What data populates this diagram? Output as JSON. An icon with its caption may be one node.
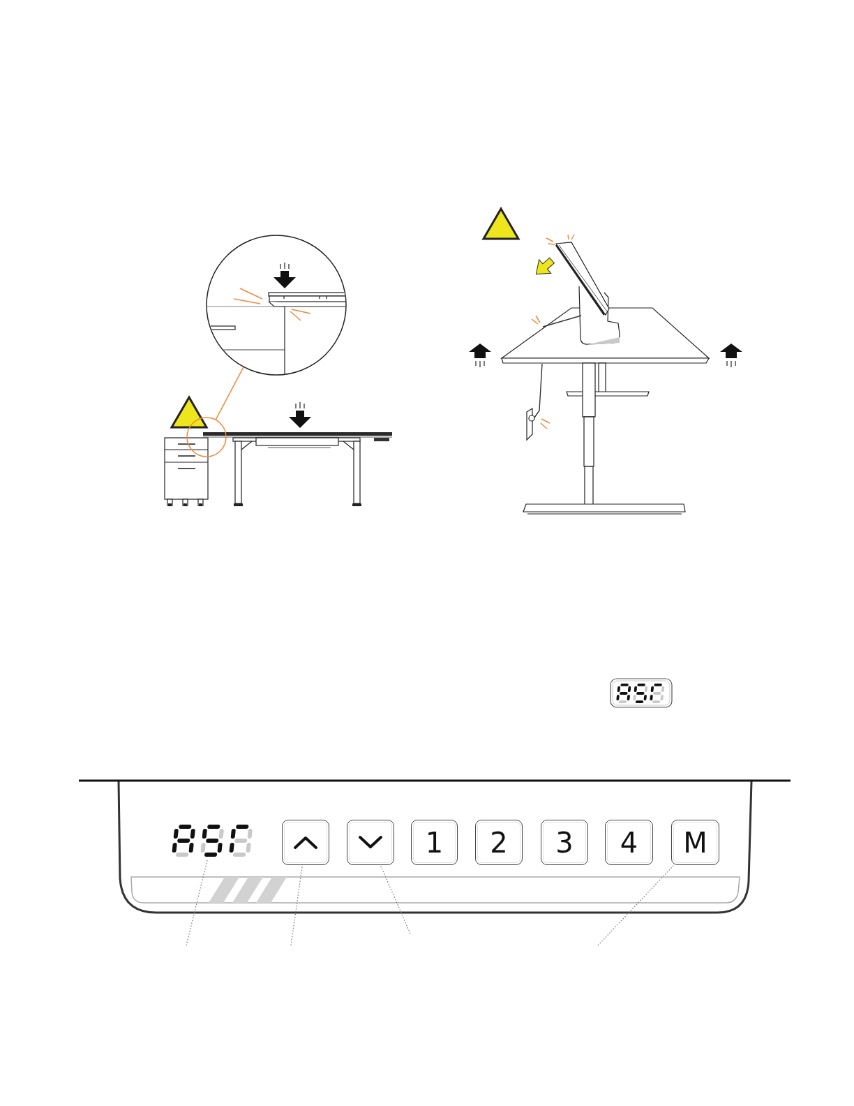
{
  "diagram": {
    "nodes": [
      {
        "text": [],
        "shape": "circle"
      },
      {
        "text": [],
        "shape": "circle"
      },
      {
        "text": [],
        "shape": "picture"
      },
      {
        "text": [],
        "shape": "box"
      },
      {
        "text": [],
        "shape": "box"
      },
      {
        "text": [
          "1"
        ]
      },
      {
        "text": [
          "2"
        ]
      },
      {
        "text": [
          "3"
        ]
      },
      {
        "text": [
          "4"
        ]
      },
      {
        "text": [
          "M"
        ]
      }
    ],
    "edges": [
      {
        "from": 0,
        "to": 1,
        "arrow": "none",
        "color": "#f08a3c"
      },
      {
        "from": null,
        "to": 2,
        "arrow": "none",
        "style": "dashed"
      },
      {
        "from": null,
        "to": 3,
        "arrow": "none",
        "style": "dashed"
      },
      {
        "from": null,
        "to": 4,
        "arrow": "none",
        "style": "dashed"
      },
      {
        "from": null,
        "to": 9,
        "arrow": "none",
        "style": "dashed"
      }
    ]
  }
}
